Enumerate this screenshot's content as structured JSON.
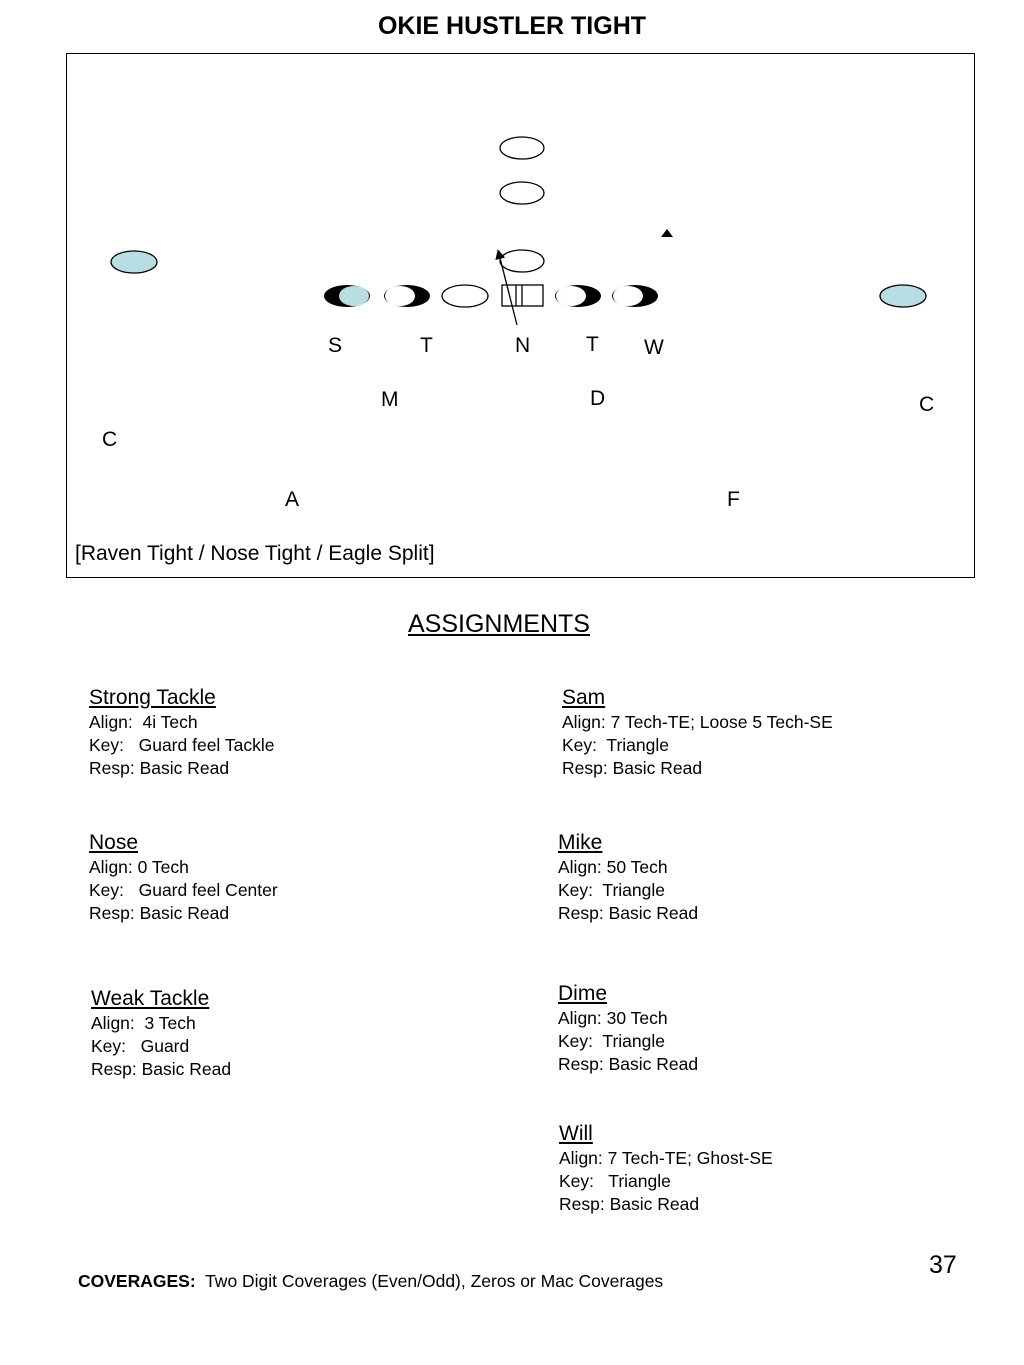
{
  "title": "OKIE HUSTLER TIGHT",
  "diagram": {
    "caption": "[Raven Tight / Nose Tight / Eagle Split]",
    "defender_labels": {
      "s": "S",
      "t_left": "T",
      "n": "N",
      "t_right": "T",
      "w": "W",
      "m": "M",
      "d": "D",
      "c_right": "C",
      "c_left": "C",
      "a": "A",
      "f": "F"
    },
    "colors": {
      "receiver_fill": "#b8dde3",
      "line": "#000000",
      "paper": "#ffffff"
    }
  },
  "assignments_heading": "ASSIGNMENTS",
  "assignments": {
    "strong_tackle": {
      "title": "Strong Tackle",
      "align": "Align:  4i Tech",
      "key": "Key:   Guard feel Tackle",
      "resp": "Resp: Basic Read"
    },
    "sam": {
      "title": "Sam",
      "align": "Align: 7 Tech-TE; Loose 5 Tech-SE",
      "key": "Key:  Triangle",
      "resp": "Resp: Basic Read"
    },
    "nose": {
      "title": "Nose",
      "align": "Align: 0 Tech",
      "key": "Key:   Guard feel Center",
      "resp": "Resp: Basic Read"
    },
    "mike": {
      "title": "Mike",
      "align": "Align: 50 Tech",
      "key": "Key:  Triangle",
      "resp": "Resp: Basic Read"
    },
    "weak_tackle": {
      "title": "Weak Tackle",
      "align": "Align:  3 Tech",
      "key": "Key:   Guard",
      "resp": "Resp: Basic Read"
    },
    "dime": {
      "title": "Dime",
      "align": "Align: 30 Tech",
      "key": "Key:  Triangle",
      "resp": "Resp: Basic Read"
    },
    "will": {
      "title": "Will",
      "align": "Align: 7 Tech-TE; Ghost-SE",
      "key": "Key:   Triangle",
      "resp": "Resp: Basic Read"
    }
  },
  "page_number": "37",
  "coverages": {
    "label": "COVERAGES:",
    "text": "Two Digit Coverages (Even/Odd), Zeros or Mac Coverages"
  }
}
